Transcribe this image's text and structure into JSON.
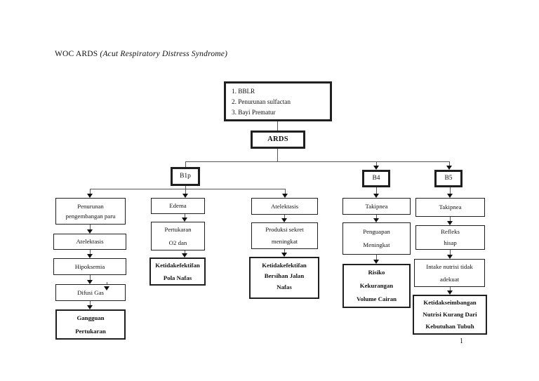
{
  "page": {
    "title": "WOC ARDS ",
    "title_detail": "(Acut Respiratory Distress Syndrome)",
    "page_number": "1"
  },
  "colors": {
    "ink": "#111111",
    "line": "#555555",
    "background": "#ffffff"
  },
  "flowchart": {
    "causes_box": {
      "lines": [
        "1. BBLR",
        "2. Penurunan sulfactan",
        "3. Bayi Prematur"
      ]
    },
    "root": {
      "label": "ARDS"
    },
    "branches": [
      {
        "label": "B1p"
      },
      {
        "label": "B4"
      },
      {
        "label": "B5"
      }
    ],
    "columns": [
      {
        "boxes": [
          {
            "text": "Penurunan\npengembangan paru",
            "emphasis": false
          },
          {
            "text": "Atelektasis",
            "emphasis": false
          },
          {
            "text": "Hipoksemia",
            "emphasis": false
          },
          {
            "text": "Difusi Gas",
            "emphasis": false
          },
          {
            "text": "Gangguan\nPertukaran",
            "emphasis": true
          }
        ]
      },
      {
        "boxes": [
          {
            "text": "Edema",
            "emphasis": false
          },
          {
            "text": "Pertukaran\nO2 dan",
            "emphasis": false
          },
          {
            "text": "Ketidakefektifan\nPola Nafas",
            "emphasis": true
          }
        ]
      },
      {
        "boxes": [
          {
            "text": "Atelektasis",
            "emphasis": false
          },
          {
            "text": "Produksi sekret\nmeningkat",
            "emphasis": false
          },
          {
            "text": "Ketidakefektifan\nBersihan Jalan\nNafas",
            "emphasis": true
          }
        ]
      },
      {
        "boxes": [
          {
            "text": "Takipnea",
            "emphasis": false
          },
          {
            "text": "Penguapan\nMeningkat",
            "emphasis": false
          },
          {
            "text": "Risiko\nKekurangan\nVolume Cairan",
            "emphasis": true
          }
        ]
      },
      {
        "boxes": [
          {
            "text": "Takipnea",
            "emphasis": false
          },
          {
            "text": "Refleks\nhisap",
            "emphasis": false
          },
          {
            "text": "Intake nutrisi tidak\nadekuat",
            "emphasis": false
          },
          {
            "text": "Ketidakseimbangan\nNutrisi Kurang Dari\nKebutuhan Tubuh",
            "emphasis": true
          }
        ]
      }
    ]
  }
}
